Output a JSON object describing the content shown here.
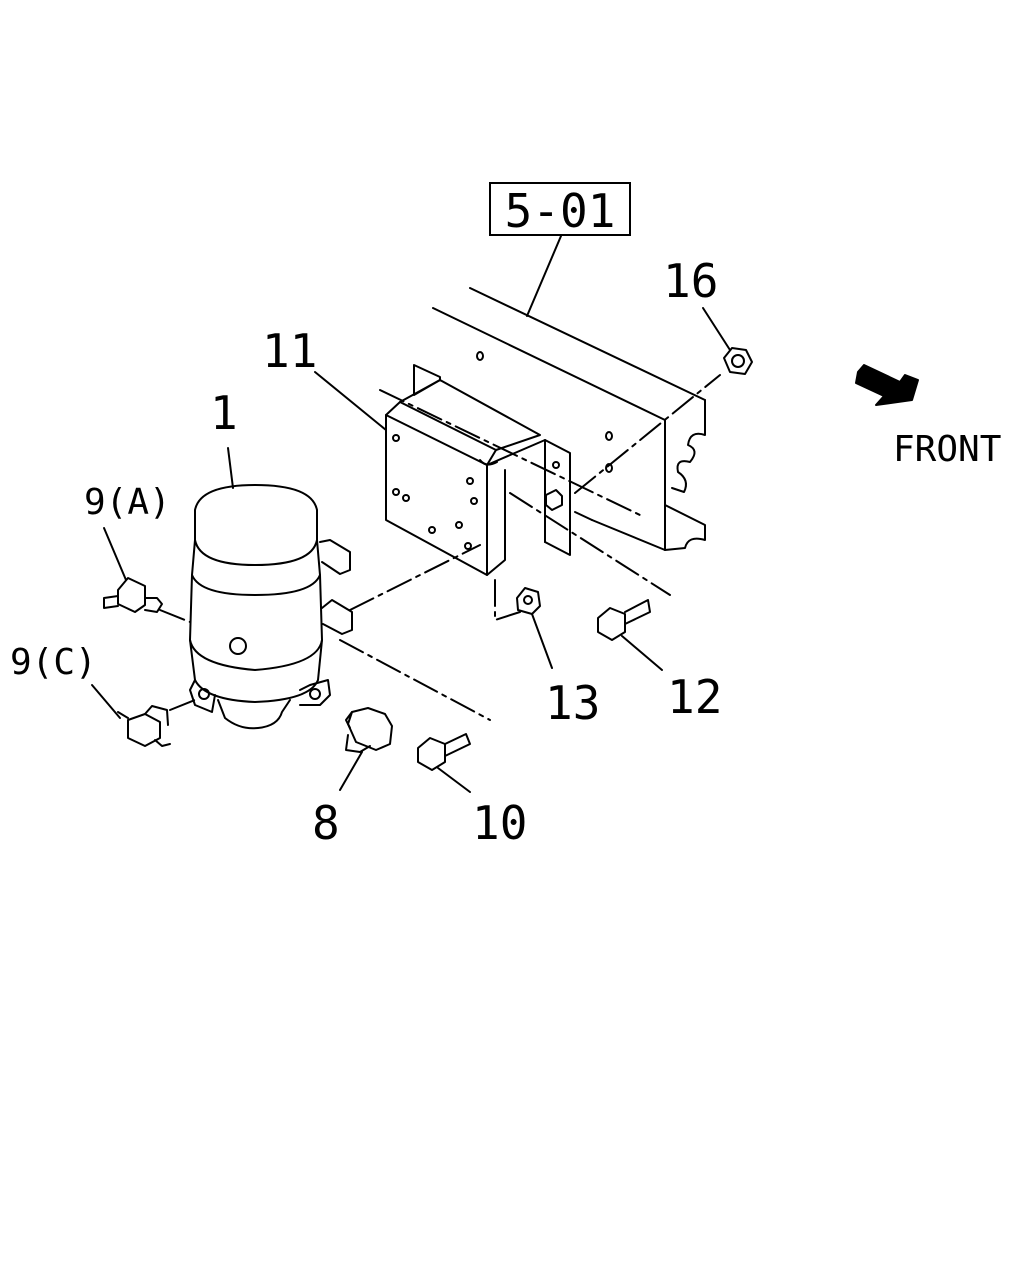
{
  "reference_box": "5-01",
  "direction_label": "FRONT",
  "callouts": {
    "p1": "1",
    "p8": "8",
    "p9a": "9(A)",
    "p9c": "9(C)",
    "p10": "10",
    "p11": "11",
    "p12": "12",
    "p13": "13",
    "p16": "16"
  }
}
